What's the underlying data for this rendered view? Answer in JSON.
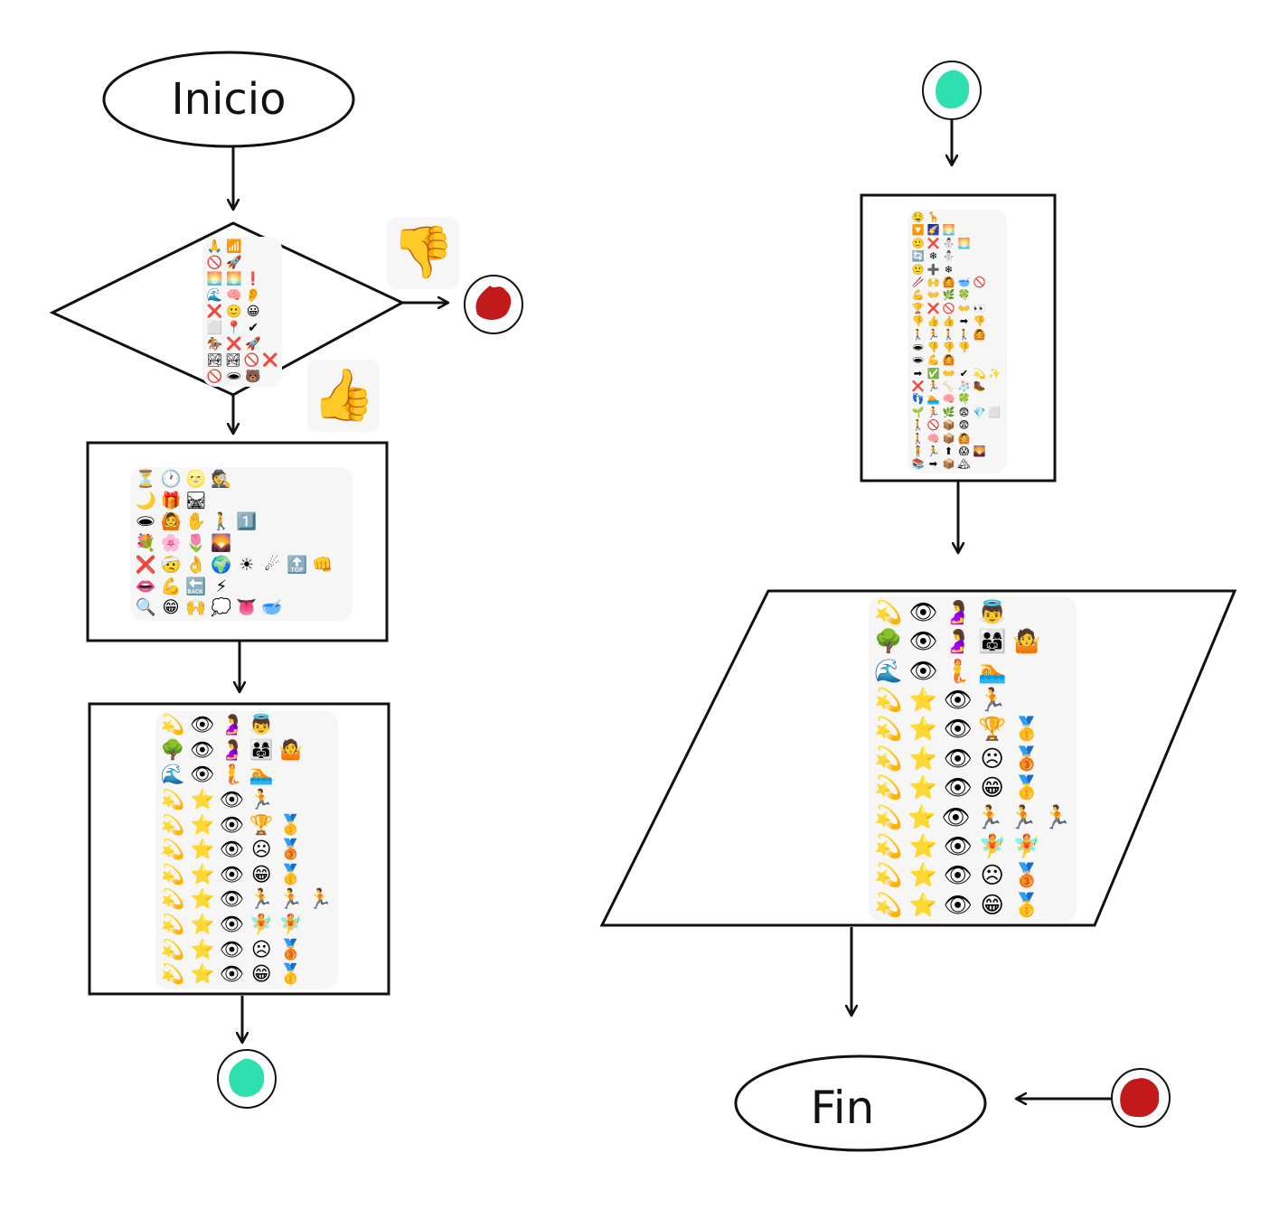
{
  "nodes": {
    "start": {
      "label": "Inicio"
    },
    "end": {
      "label": "Fin"
    }
  },
  "connectors": {
    "a_color": "#2ee0b0",
    "b_color": "#c21a1a"
  },
  "decision": {
    "no_icon": "thumbs-down-icon",
    "yes_icon": "thumbs-up-icon",
    "emoji_rows": [
      [
        "🙏",
        "📶"
      ],
      [
        "🚫",
        "🚀"
      ],
      [
        "🌅",
        "🌅",
        "❗"
      ],
      [
        "🌊",
        "🧠",
        "👂"
      ],
      [
        "❌",
        "🙂",
        "😀"
      ],
      [
        "⬜",
        "📍",
        "✔"
      ],
      [
        "🏇",
        "❌",
        "🚀"
      ],
      [
        "🏞",
        "🏞",
        "🚫",
        "❌"
      ],
      [
        "🚫",
        "🕳",
        "🐻"
      ]
    ]
  },
  "process_1": {
    "emoji_rows": [
      [
        "⏳",
        "🕐",
        "🌝",
        "🕵"
      ],
      [
        "🌙",
        "🎁",
        "🛤"
      ],
      [
        "🕳",
        "🙆",
        "✋",
        "🚶",
        "1️⃣"
      ],
      [
        "💐",
        "🌸",
        "🌷",
        "🌄"
      ],
      [
        "❌",
        "🤕",
        "👌",
        "🌍",
        "☀",
        "☄",
        "🔝",
        "👊"
      ],
      [
        "👄",
        "💪",
        "🔙",
        "⚡"
      ],
      [
        "🔍",
        "😁",
        "🙌",
        "💭",
        "👅",
        "🥣"
      ]
    ]
  },
  "process_2": {
    "emoji_rows": [
      [
        "💫",
        "👁",
        "🤰",
        "👼"
      ],
      [
        "🌳",
        "👁",
        "🤰",
        "👨‍👩‍👧",
        "🤷"
      ],
      [
        "🌊",
        "👁",
        "🧜",
        "🏊"
      ],
      [
        "💫",
        "⭐",
        "👁",
        "🏃"
      ],
      [
        "💫",
        "⭐",
        "👁",
        "🏆",
        "🥇"
      ],
      [
        "💫",
        "⭐",
        "👁",
        "☹",
        "🥉"
      ],
      [
        "💫",
        "⭐",
        "👁",
        "😁",
        "🥇"
      ],
      [
        "💫",
        "⭐",
        "👁",
        "🏃",
        "🏃",
        "🏃"
      ],
      [
        "💫",
        "⭐",
        "👁",
        "🧚",
        "🧚"
      ],
      [
        "💫",
        "⭐",
        "👁",
        "☹",
        "🥉"
      ],
      [
        "💫",
        "⭐",
        "👁",
        "😁",
        "🥇"
      ]
    ]
  },
  "process_3": {
    "emoji_rows": [
      [
        "🤤",
        "🦒"
      ],
      [
        "🔽",
        "🌠",
        "🌅"
      ],
      [
        "🙂",
        "❌",
        "⛄",
        "🌅"
      ],
      [
        "🔄",
        "❄",
        "⛄"
      ],
      [
        "🙂",
        "➕",
        "❄"
      ],
      [
        "🥢",
        "🙌",
        "🙆",
        "🥣",
        "🚫"
      ],
      [
        "💪",
        "👐",
        "🌿",
        "🍀"
      ],
      [
        "🏆",
        "❌",
        "🚫",
        "👐",
        "👀"
      ],
      [
        "👎",
        "👍",
        "👍",
        "➡",
        "👎"
      ],
      [
        "🚶",
        "🏃",
        "🚶",
        "🚶",
        "🙆"
      ],
      [
        "🕳",
        "👎",
        "👎",
        "👎"
      ],
      [
        "🕳",
        "💪",
        "🙆"
      ],
      [
        "➡",
        "✅",
        "👐",
        "✔",
        "💫",
        "✨"
      ],
      [
        "❌",
        "🏃",
        "🦴",
        "🧦",
        "🥾"
      ],
      [
        "👣",
        "🏊",
        "🧠",
        "🍀"
      ],
      [
        "🌱",
        "🏃",
        "🌿",
        "😨",
        "💎",
        "⬜"
      ],
      [
        "🚶",
        "🚫",
        "📦",
        "😨"
      ],
      [
        "🚶",
        "🧠",
        "📦",
        "🙆"
      ],
      [
        "🧍",
        "🏃",
        "⬆",
        "😱",
        "🌄"
      ],
      [
        "📚",
        "➡",
        "📦",
        "🏔"
      ]
    ]
  },
  "output": {
    "emoji_rows": [
      [
        "💫",
        "👁",
        "🤰",
        "👼"
      ],
      [
        "🌳",
        "👁",
        "🤰",
        "👨‍👩‍👧",
        "🤷"
      ],
      [
        "🌊",
        "👁",
        "🧜",
        "🏊"
      ],
      [
        "💫",
        "⭐",
        "👁",
        "🏃"
      ],
      [
        "💫",
        "⭐",
        "👁",
        "🏆",
        "🥇"
      ],
      [
        "💫",
        "⭐",
        "👁",
        "☹",
        "🥉"
      ],
      [
        "💫",
        "⭐",
        "👁",
        "😁",
        "🥇"
      ],
      [
        "💫",
        "⭐",
        "👁",
        "🏃",
        "🏃",
        "🏃"
      ],
      [
        "💫",
        "⭐",
        "👁",
        "🧚",
        "🧚"
      ],
      [
        "💫",
        "⭐",
        "👁",
        "☹",
        "🥉"
      ],
      [
        "💫",
        "⭐",
        "👁",
        "😁",
        "🥇"
      ]
    ]
  }
}
